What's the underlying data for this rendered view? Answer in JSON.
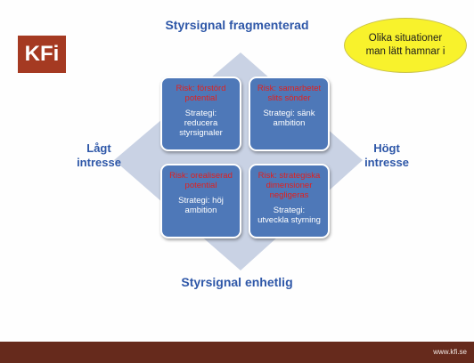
{
  "logo": {
    "text": "KFi"
  },
  "top_label": "Styrsignal fragmenterad",
  "bottom_label": "Styrsignal enhetlig",
  "left_label": [
    "Lågt",
    "intresse"
  ],
  "right_label": [
    "Högt",
    "intresse"
  ],
  "callout": [
    "Olika situationer",
    "man lätt hamnar i"
  ],
  "quadrants": {
    "top_left": {
      "risk": [
        "Risk: förstörd",
        "potential"
      ],
      "strategy": [
        "Strategi:",
        "reducera",
        "styrsignaler"
      ]
    },
    "top_right": {
      "risk": [
        "Risk: samarbetet",
        "slits sönder"
      ],
      "strategy": [
        "Strategi: sänk",
        "ambition"
      ]
    },
    "bottom_left": {
      "risk": [
        "Risk: orealiserad",
        "potential"
      ],
      "strategy": [
        "Strategi: höj",
        "ambition"
      ]
    },
    "bottom_right": {
      "risk": [
        "Risk: strategiska",
        "dimensioner",
        "negligeras"
      ],
      "strategy": [
        "Strategi:",
        "utveckla styrning"
      ]
    }
  },
  "footer": {
    "url": "www.kfi.se"
  },
  "colors": {
    "box_fill": "#4e78b8",
    "diamond_fill": "#c9d2e4",
    "risk_text": "#e0201e",
    "heading_text": "#2e57a8",
    "footer_bar": "#662a1c",
    "callout_fill": "#f8f22c"
  }
}
